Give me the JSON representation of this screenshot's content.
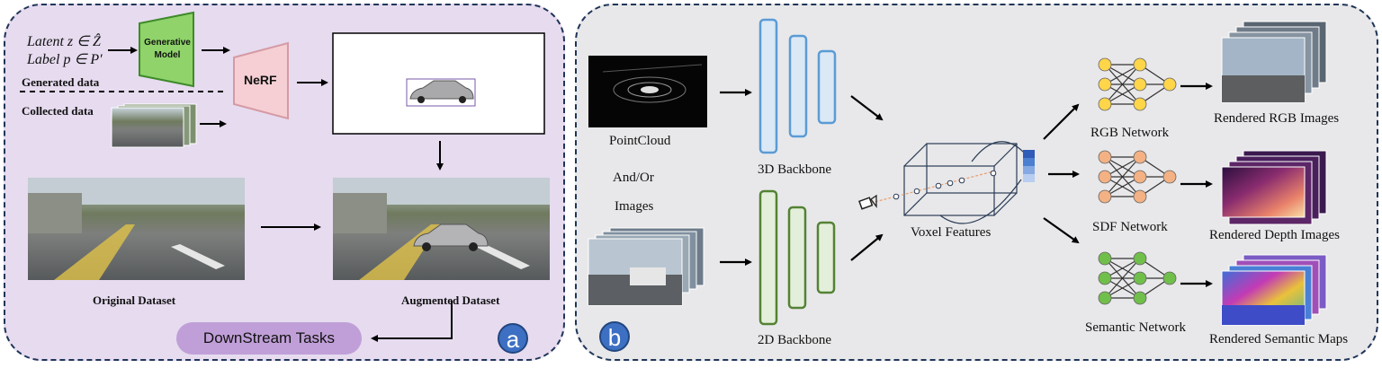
{
  "panel_a": {
    "latent_label": "Latent z ∈ Ẑ",
    "label_label": "Label p ∈ P′",
    "generative_model_line1": "Generative",
    "generative_model_line2": "Model",
    "nerf": "NeRF",
    "generated_data": "Generated data",
    "collected_data": "Collected data",
    "original_dataset": "Original Dataset",
    "augmented_dataset": "Augmented Dataset",
    "downstream_tasks": "DownStream Tasks",
    "badge": "a"
  },
  "panel_b": {
    "pointcloud": "PointCloud",
    "and_or": "And/Or",
    "images": "Images",
    "backbone_3d": "3D Backbone",
    "backbone_2d": "2D Backbone",
    "voxel_features": "Voxel Features",
    "rgb_network": "RGB Network",
    "sdf_network": "SDF Network",
    "semantic_network": "Semantic Network",
    "rendered_rgb": "Rendered RGB Images",
    "rendered_depth": "Rendered Depth Images",
    "rendered_semantic": "Rendered Semantic Maps",
    "badge": "b"
  },
  "colors": {
    "panel_a_bg": "#e6dbef",
    "panel_b_bg": "#e8e8ea",
    "border": "#1f3558",
    "generative_model": "#8fd36a",
    "nerf": "#f5cfd4",
    "backbone_3d": "#5b9bd5",
    "backbone_2d": "#548235",
    "rgb_nodes": "#ffd54a",
    "sdf_nodes": "#f4b183",
    "semantic_nodes": "#70bf4a",
    "pill": "#c09fd8",
    "badge": "#3d6fc2"
  }
}
